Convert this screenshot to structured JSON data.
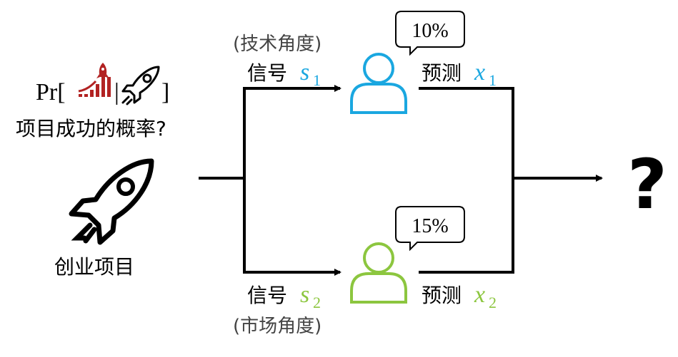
{
  "left_panel": {
    "question_prefix": "Pr[",
    "question_separator": "|",
    "question_suffix": "]",
    "question_text": "项目成功的概率?",
    "startup_label": "创业项目"
  },
  "top_branch": {
    "perspective": "(技术角度)",
    "signal_label": "信号",
    "signal_var": "s",
    "signal_sub": "1",
    "prediction_label": "预测",
    "prediction_var": "x",
    "prediction_sub": "1",
    "bubble": "10%",
    "color": "#1aa7e0"
  },
  "bottom_branch": {
    "perspective": "(市场角度)",
    "signal_label": "信号",
    "signal_var": "s",
    "signal_sub": "2",
    "prediction_label": "预测",
    "prediction_var": "x",
    "prediction_sub": "2",
    "bubble": "15%",
    "color": "#8cc63f"
  },
  "output": {
    "symbol": "?"
  },
  "icons": {
    "rocket": "rocket-icon",
    "growth_chart": "growth-chart-icon",
    "person": "person-icon"
  },
  "colors": {
    "growth_red": "#b22222",
    "line": "#000000",
    "gray_text": "#444444"
  }
}
